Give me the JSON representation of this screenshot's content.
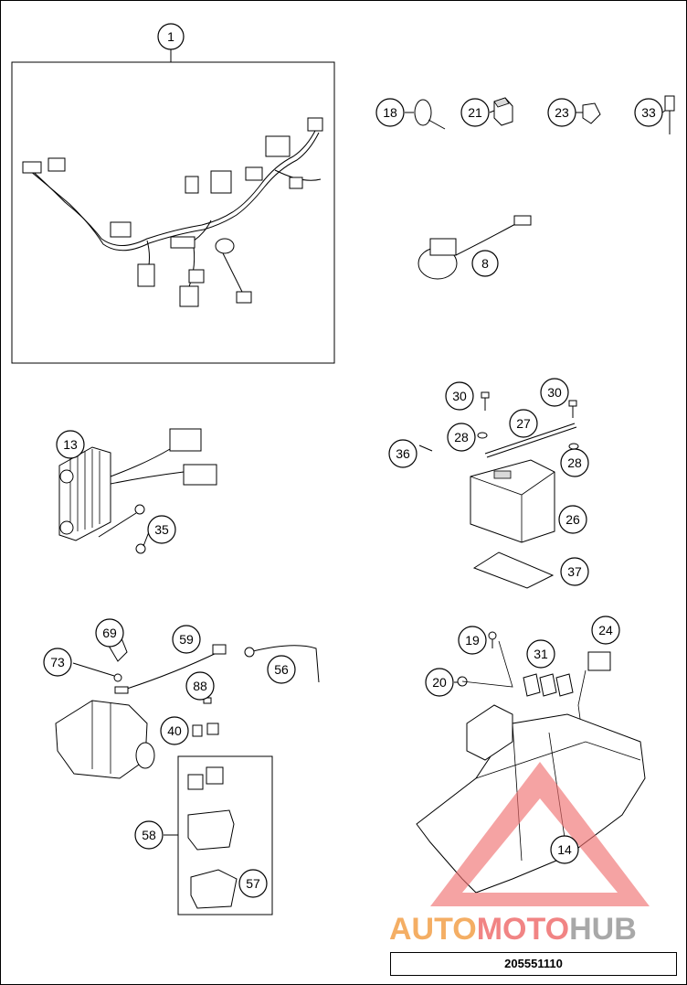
{
  "diagram": {
    "callouts": {
      "c1": "1",
      "c18": "18",
      "c21": "21",
      "c23": "23",
      "c33": "33",
      "c8": "8",
      "c13": "13",
      "c35": "35",
      "c30a": "30",
      "c30b": "30",
      "c27": "27",
      "c28a": "28",
      "c28b": "28",
      "c36": "36",
      "c26": "26",
      "c37": "37",
      "c69": "69",
      "c59": "59",
      "c56": "56",
      "c73": "73",
      "c88": "88",
      "c40": "40",
      "c58": "58",
      "c57": "57",
      "c19": "19",
      "c31": "31",
      "c24": "24",
      "c20": "20",
      "c14": "14"
    },
    "drawing_number": "205551110"
  },
  "watermark": {
    "auto": "AUTO",
    "moto": "MOTO",
    "hub": "HUB",
    "color_orange": "#f3a04a",
    "color_red": "#ef6f6f",
    "color_gray": "#9a9a9a"
  }
}
